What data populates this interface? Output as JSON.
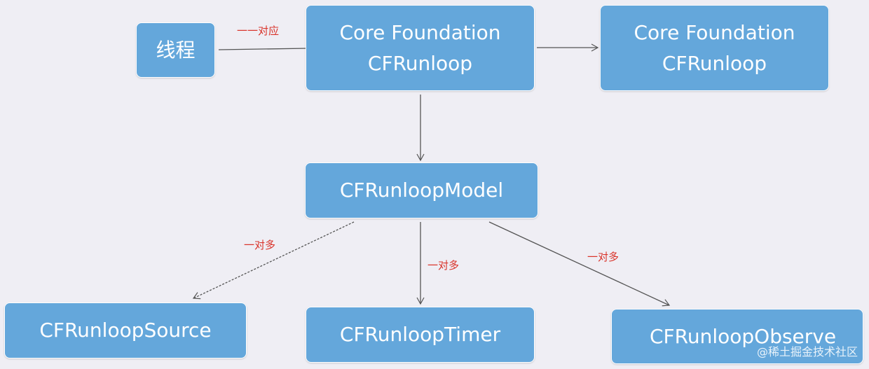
{
  "nodes": {
    "thread": "线程",
    "cf_runloop_main": [
      "Core Foundation",
      "CFRunloop"
    ],
    "cf_runloop_right": [
      "Core Foundation",
      "CFRunloop"
    ],
    "model": "CFRunloopModel",
    "source": "CFRunloopSource",
    "timer": "CFRunloopTimer",
    "observe": "CFRunloopObserve"
  },
  "edges": {
    "thread_to_runloop": "一一对应",
    "model_to_source": "一对多",
    "model_to_timer": "一对多",
    "model_to_observe": "一对多"
  },
  "watermark": "@稀土掘金技术社区",
  "colors": {
    "node_fill": "#64a7db",
    "edge_label": "#d9342b",
    "background": "#efeef4"
  }
}
